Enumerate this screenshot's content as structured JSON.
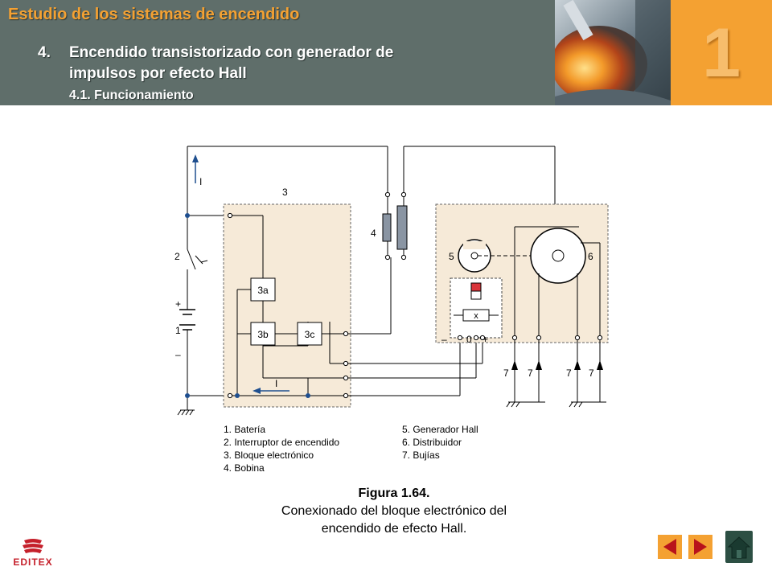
{
  "header": {
    "course_title": "Estudio de los sistemas de encendido",
    "section_number": "4.",
    "section_title_line1": "Encendido transistorizado con generador de",
    "section_title_line2": "impulsos por efecto Hall",
    "subsection": "4.1. Funcionamiento",
    "chapter_number": "1",
    "image_icon": "ignition-flame-photo"
  },
  "diagram": {
    "labels": {
      "ground": "1",
      "switch": "2",
      "block": "3",
      "coil": "4",
      "hall": "5",
      "distributor": "6",
      "spark": "7",
      "sub_a": "3a",
      "sub_b": "3b",
      "sub_c": "3c",
      "current_top": "I",
      "current_bottom": "I",
      "plus": "+",
      "minus": "–",
      "hall_minus": "–",
      "hall_zero": "0",
      "hall_plus": "+",
      "hall_x": "x"
    },
    "legend_left": [
      "1.  Batería",
      "2.  Interruptor de encendido",
      "3.  Bloque electrónico",
      "4.  Bobina"
    ],
    "legend_right": [
      "5.  Generador Hall",
      "6.  Distribuidor",
      "7.  Bujías"
    ]
  },
  "caption": {
    "figure": "Figura 1.64.",
    "line1": "Conexionado del bloque electrónico del",
    "line2": "encendido de efecto Hall."
  },
  "footer": {
    "logo_text": "EDITEX",
    "prev_icon": "arrow-left-icon",
    "next_icon": "arrow-right-icon",
    "home_icon": "home-icon"
  },
  "colors": {
    "header_bg": "#5f6e6a",
    "accent_orange": "#f4a132",
    "brand_red": "#c5202b",
    "home_green": "#2c4f43",
    "wire_blue": "#1f4f8f"
  }
}
